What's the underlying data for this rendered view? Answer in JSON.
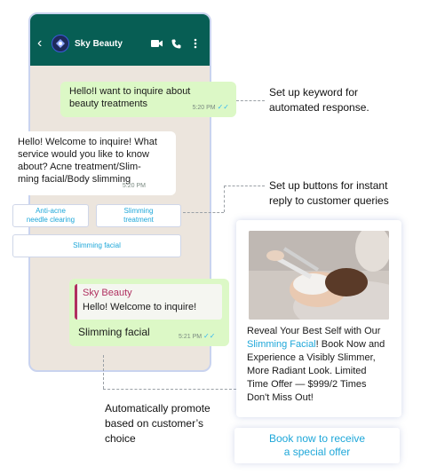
{
  "chat": {
    "contact_name": "Sky Beauty",
    "back_icon": "‹",
    "messages": {
      "m1": {
        "text_line1": "Hello!I want to inquire about",
        "text_line2": "beauty treatments",
        "time": "5:20 PM"
      },
      "m2": {
        "line1": "Hello! Welcome to inquire! What",
        "line2": "service would you like to know",
        "line3": "about? Acne treatment/Slim-",
        "line4": "ming facial/Body slimming",
        "time": "5:20 PM"
      },
      "m3": {
        "quote_title": "Sky Beauty",
        "quote_text": "Hello! Welcome to inquire!",
        "text": "Slimming facial",
        "time": "5:21 PM"
      }
    },
    "quick_replies": [
      {
        "line1": "Anti-acne",
        "line2": "needle clearing"
      },
      {
        "line1": "Slimming",
        "line2": "treatment"
      },
      {
        "line1": "Slimming facial",
        "line2": ""
      }
    ],
    "ticks": "✓✓"
  },
  "callouts": {
    "keyword": {
      "line1": "Set up keyword for",
      "line2": "automated response."
    },
    "buttons": {
      "line1": "Set up buttons for instant",
      "line2": "reply to customer queries"
    },
    "promote": {
      "line1": "Automatically promote",
      "line2": "based on customer’s",
      "line3": "choice"
    }
  },
  "promo": {
    "line1": "Reveal Your Best Self with Our",
    "highlight": "Slimming Facial",
    "line2_rest": "! Book Now and",
    "line3": "Experience a Visibly Slimmer,",
    "line4": "More Radiant Look. Limited",
    "line5": "Time Offer — $999/2 Times",
    "line6": "Don't Miss Out!"
  },
  "cta": {
    "line1": "Book now to receive",
    "line2": "a special offer"
  },
  "colors": {
    "header": "#075e54",
    "chat_bg": "#ece5dd",
    "outgoing": "#dcf8c6",
    "accent": "#1ea7d9",
    "quote": "#b03060",
    "ticks": "#34b7f1"
  },
  "icons": [
    "back-arrow-icon",
    "video-camera-icon",
    "phone-icon",
    "more-vertical-icon",
    "double-check-icon"
  ]
}
